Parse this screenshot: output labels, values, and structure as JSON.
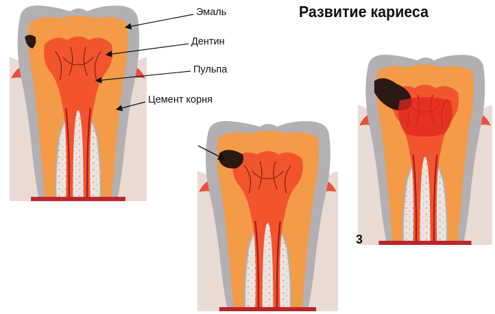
{
  "title": "Развитие кариеса",
  "labels": {
    "enamel": "Эмаль",
    "dentin": "Дентин",
    "pulp": "Пульпа",
    "root_cement": "Цемент корня"
  },
  "stage_number": "3",
  "colors": {
    "enamel": "#b3b0b3",
    "dentin": "#f39b46",
    "pulp": "#f2552e",
    "gum": "#e8503a",
    "bone": "#ece4de",
    "caries": "#2b1a14",
    "vessel": "#a31b17"
  }
}
